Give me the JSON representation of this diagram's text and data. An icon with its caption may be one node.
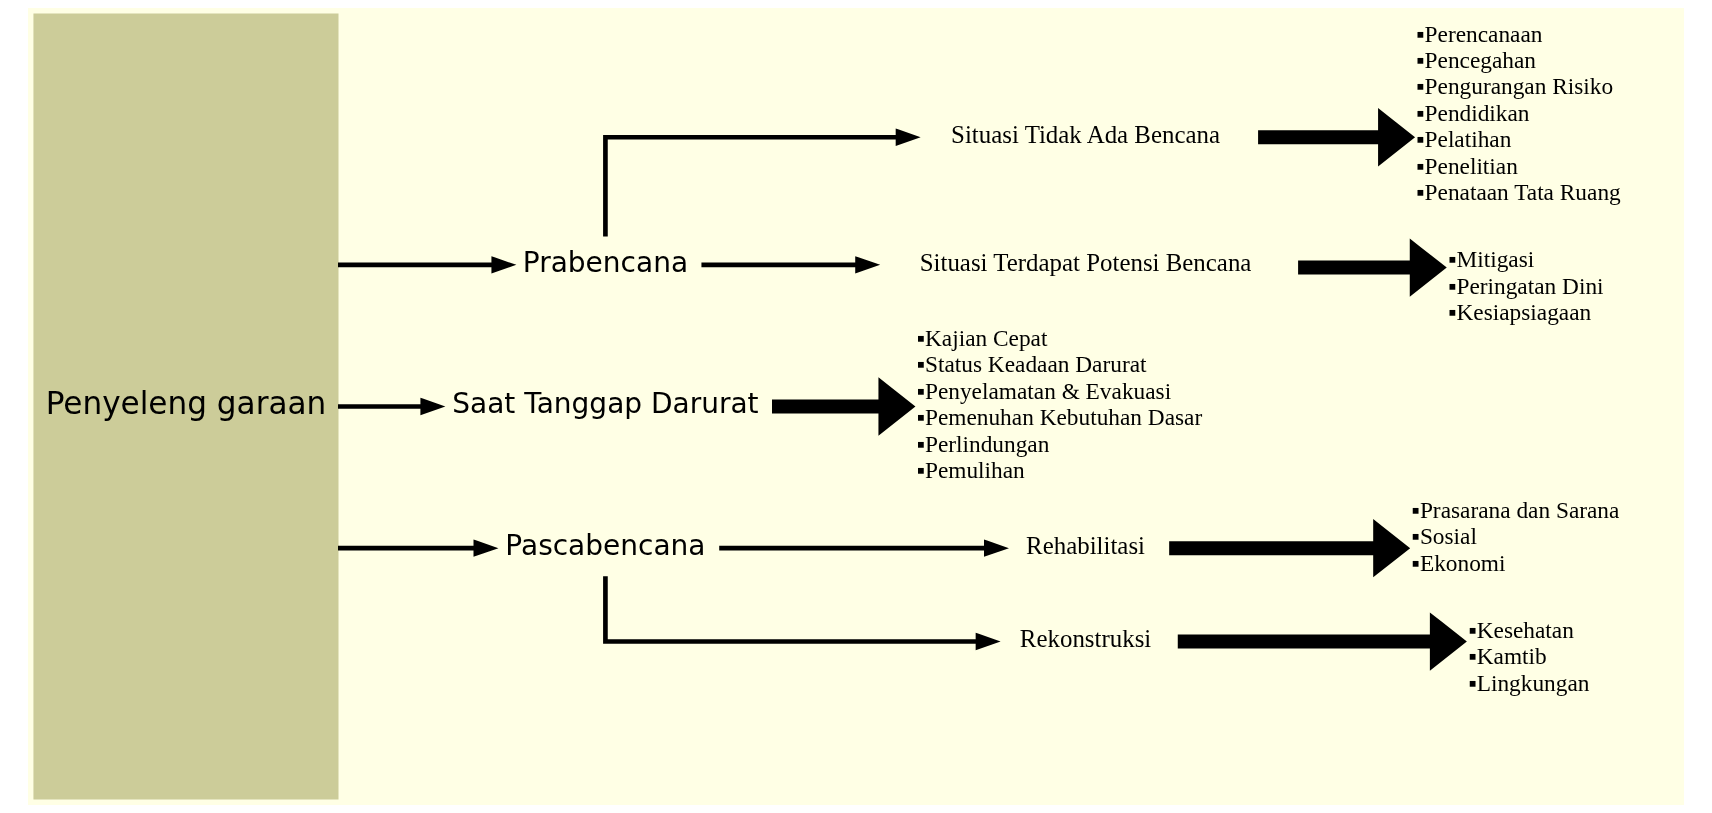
{
  "diagram": {
    "nodes": [
      {
        "text": [
          "Penyeleng garaan"
        ]
      },
      {
        "text": [
          "Prabencana"
        ]
      },
      {
        "text": [
          "Saat Tanggap Darurat"
        ]
      },
      {
        "text": [
          "Pascabencana"
        ]
      },
      {
        "text": [
          "Situasi Tidak Ada Bencana"
        ]
      },
      {
        "text": [
          "Situasi Terdapat Potensi Bencana"
        ]
      },
      {
        "text": [
          "Rehabilitasi"
        ]
      },
      {
        "text": [
          "Rekonstruksi"
        ]
      },
      {
        "text": [
          "▪Perencanaan",
          "▪Pencegahan",
          "▪Pengurangan Risiko",
          "▪Pendidikan",
          "▪Pelatihan",
          "▪Penelitian",
          "▪Penataan Tata Ruang"
        ]
      },
      {
        "text": [
          "▪Mitigasi",
          "▪Peringatan Dini",
          "▪Kesiapsiagaan"
        ]
      },
      {
        "text": [
          "▪Kajian Cepat",
          "▪Status Keadaan Darurat",
          "▪Penyelamatan & Evakuasi",
          "▪Pemenuhan Kebutuhan Dasar",
          "▪Perlindungan",
          "▪Pemulihan"
        ]
      },
      {
        "text": [
          "▪Prasarana dan Sarana",
          "▪Sosial",
          "▪Ekonomi"
        ]
      },
      {
        "text": [
          "▪Kesehatan",
          "▪Kamtib",
          "▪Lingkungan"
        ]
      }
    ],
    "edges": [
      {
        "from": 0,
        "to": 1,
        "arrow": "to"
      },
      {
        "from": 0,
        "to": 2,
        "arrow": "to"
      },
      {
        "from": 0,
        "to": 3,
        "arrow": "to"
      },
      {
        "from": 1,
        "to": 4,
        "arrow": "to"
      },
      {
        "from": 1,
        "to": 5,
        "arrow": "to"
      },
      {
        "from": 3,
        "to": 6,
        "arrow": "to"
      },
      {
        "from": 3,
        "to": 7,
        "arrow": "to"
      },
      {
        "from": 4,
        "to": 8,
        "arrow": "to",
        "style": "thick"
      },
      {
        "from": 5,
        "to": 9,
        "arrow": "to",
        "style": "thick"
      },
      {
        "from": 2,
        "to": 10,
        "arrow": "to",
        "style": "thick"
      },
      {
        "from": 6,
        "to": 11,
        "arrow": "to",
        "style": "thick"
      },
      {
        "from": 7,
        "to": 12,
        "arrow": "to",
        "style": "thick"
      }
    ]
  }
}
